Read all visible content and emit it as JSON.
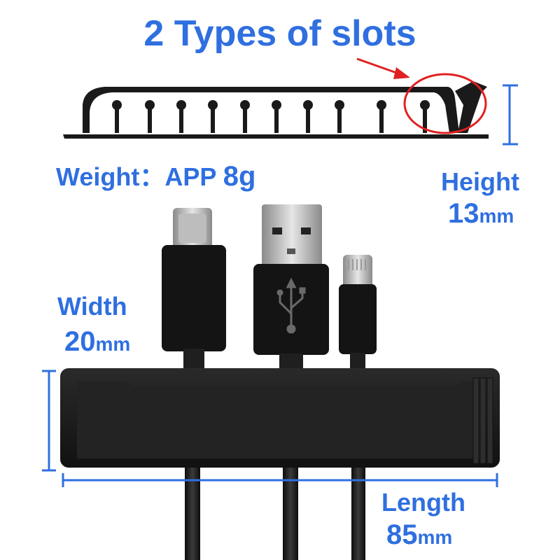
{
  "title": "2 Types of slots",
  "weight": {
    "label": "Weight：APP",
    "value": "8g"
  },
  "height": {
    "label": "Height",
    "value": "13",
    "unit": "mm"
  },
  "width": {
    "label": "Width",
    "value": "20",
    "unit": "mm"
  },
  "length": {
    "label": "Length",
    "value": "85",
    "unit": "mm"
  },
  "colors": {
    "accent": "#2f6fe0",
    "highlight": "#e02020",
    "product": "#1c1c1c"
  },
  "icons": [
    "usb-symbol-icon",
    "arrow-pointer-icon"
  ]
}
